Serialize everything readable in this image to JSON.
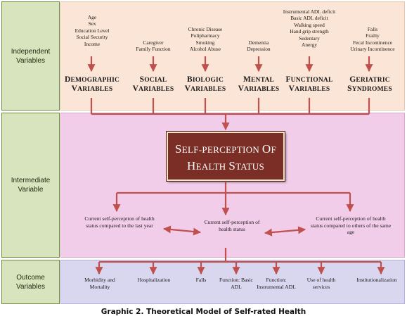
{
  "rows": {
    "independent_label": "Independent Variables",
    "intermediate_label": "Intermediate Variable",
    "outcome_label": "Outcome Variables"
  },
  "independent": [
    {
      "items": [
        "Age",
        "Sex",
        "Education Level",
        "Social Security",
        "Income"
      ],
      "header": "Demographic Variables"
    },
    {
      "items": [
        "Caregiver",
        "Family Function"
      ],
      "header": "Social Variables"
    },
    {
      "items": [
        "Chronic Disease",
        "Polipharmacy",
        "Smoking",
        "Alcohol Abuse"
      ],
      "header": "Biologic Variables"
    },
    {
      "items": [
        "Dementia",
        "Depression"
      ],
      "header": "Mental Variables"
    },
    {
      "items": [
        "Instrumental ADL deficit",
        "Basic ADL deficit",
        "Walking speed",
        "Hand grip strength",
        "Sedentary",
        "Anergy"
      ],
      "header": "Functional Variables"
    },
    {
      "items": [
        "Falls",
        "Frailty",
        "Fecal Incontinence",
        "Urinary Incontinence"
      ],
      "header": "Geriatric Syndromes"
    }
  ],
  "central": {
    "line1": "Self-perception of",
    "line2": "Health Status"
  },
  "intermediate": {
    "left": "Current self-perception of health status compared to the last year",
    "center": "Current self-perception of health status",
    "right": "Current self-perception of health status compared to others of the same age"
  },
  "outcomes": [
    "Morbidity and Mortality",
    "Hospitalization",
    "Falls",
    "Function: Basic ADL",
    "Function: Instrumental ADL",
    "Use of health services",
    "Institutionalization"
  ],
  "caption": "Graphic 2. Theoretical Model of Self-rated Health",
  "colors": {
    "independent_band": "#fbe5d6",
    "intermediate_band": "#f2cdea",
    "outcome_band": "#d9d6f0",
    "side_label": "#d7e4bd",
    "arrow": "#c0504d",
    "central_box": "#7a2e25"
  }
}
